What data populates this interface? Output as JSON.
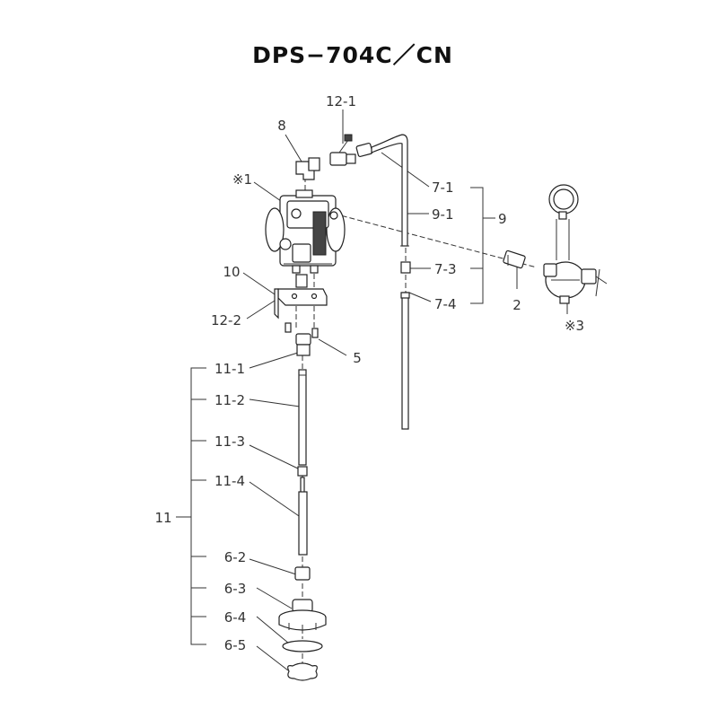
{
  "diagram": {
    "title": "DPS−704C／CN",
    "labels": {
      "p12_1": "12-1",
      "p8": "8",
      "p_ref1": "※1",
      "p7_1": "7-1",
      "p9_1": "9-1",
      "p9": "9",
      "p7_3": "7-3",
      "p2": "2",
      "p7_4": "7-4",
      "p_ref3": "※3",
      "p10": "10",
      "p12_2": "12-2",
      "p5": "5",
      "p11_1": "11-1",
      "p11_2": "11-2",
      "p11_3": "11-3",
      "p11_4": "11-4",
      "p11": "11",
      "p6_2": "6-2",
      "p6_3": "6-3",
      "p6_4": "6-4",
      "p6_5": "6-5"
    }
  }
}
